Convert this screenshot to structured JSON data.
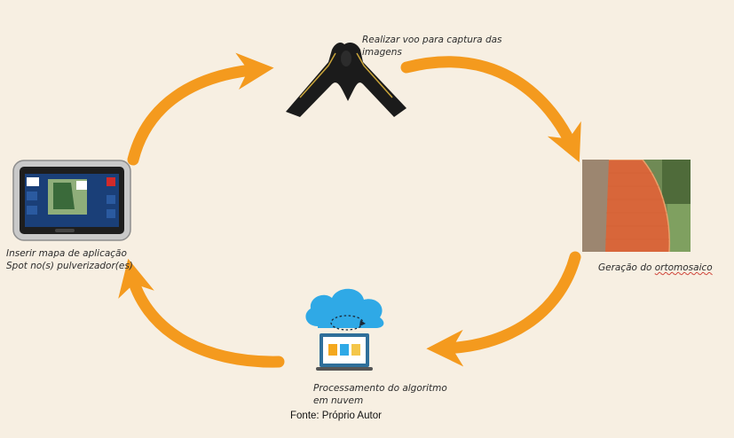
{
  "steps": {
    "flight": {
      "line1": "Realizar voo para captura das",
      "line2": "imagens"
    },
    "ortho": {
      "prefix": "Geração do ",
      "underlined": "ortomosaico"
    },
    "cloud": {
      "line1": "Processamento do algoritmo",
      "line2": "em nuvem"
    },
    "tablet": {
      "line1": "Inserir mapa de aplicação",
      "line2": "Spot no(s) pulverizador(es)"
    }
  },
  "caption": "Fonte: Próprio Autor",
  "colors": {
    "arrow": "#f49a1e",
    "background": "#f7efe2",
    "drone": "#1c1c1c",
    "field": "#d8663a",
    "cloud": "#2fa9e6"
  },
  "icons": [
    "drone-icon",
    "orthomosaic-image",
    "cloud-laptop-icon",
    "tablet-display-icon"
  ]
}
